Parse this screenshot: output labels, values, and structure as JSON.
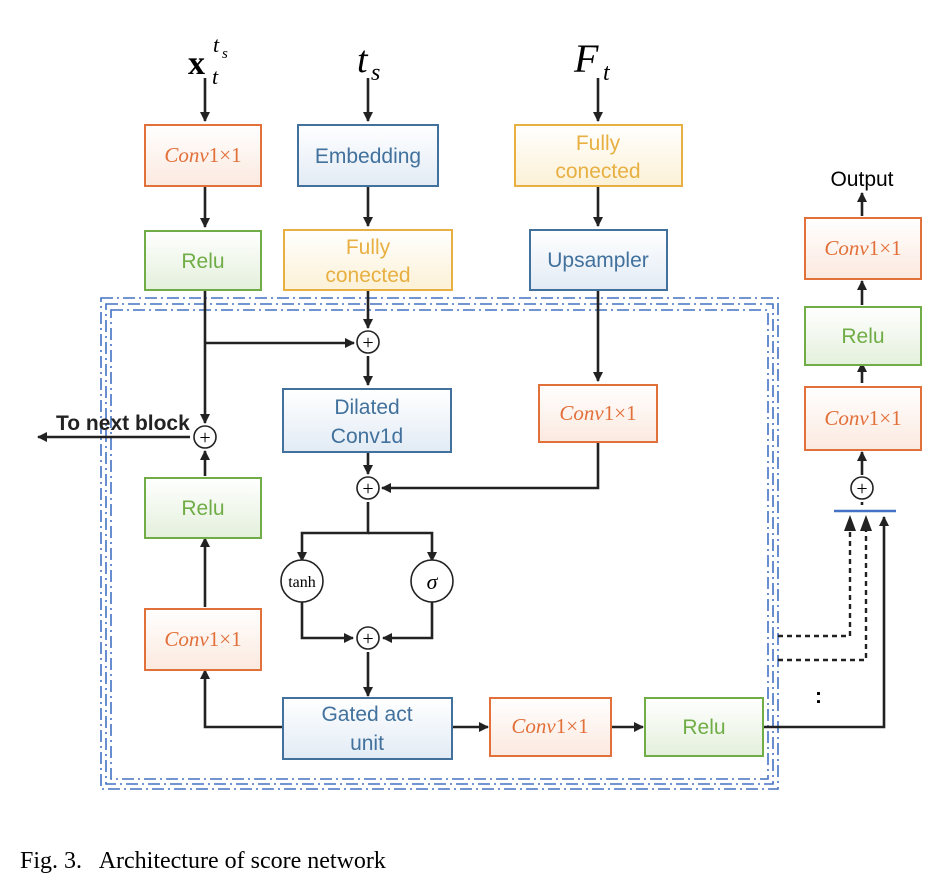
{
  "inputs": {
    "x_main": "x",
    "x_sub": "t",
    "x_sup": "t",
    "x_sup_sub": "s",
    "ts_main": "t",
    "ts_sub": "s",
    "Ft_main": "F",
    "Ft_sub": "t"
  },
  "conv_label": {
    "italic": "Conv",
    "rest": "1×1"
  },
  "blocks": {
    "relu": "Relu",
    "embedding": "Embedding",
    "fc_line1": "Fully",
    "fc_line2": "conected",
    "upsampler": "Upsampler",
    "dilated_line1": "Dilated",
    "dilated_line2": "Conv1d",
    "gated_line1": "Gated act",
    "gated_line2": "unit"
  },
  "ops": {
    "plus": "+",
    "tanh": "tanh",
    "sigma": "σ"
  },
  "labels": {
    "to_next_block": "To next block",
    "output": "Output",
    "dots": ":"
  },
  "caption": "Fig. 3.   Architecture of score network",
  "colors": {
    "conv": "#e2703a",
    "relu": "#70ad47",
    "embed": "#41719c",
    "fc": "#e8b042",
    "residual": "#4472c4",
    "arrow": "#222222"
  }
}
